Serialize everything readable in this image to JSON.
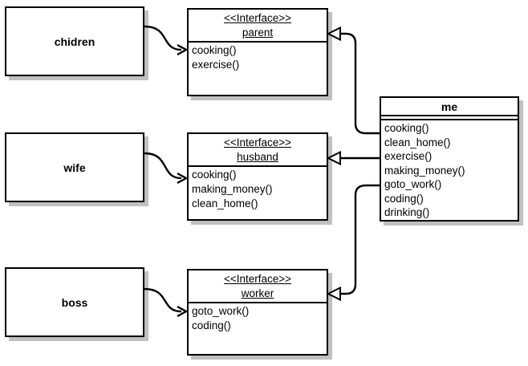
{
  "diagram": {
    "type": "uml-class-diagram",
    "colors": {
      "line": "#000000",
      "fill": "#ffffff",
      "shadow": "#c0c0c0"
    },
    "actors": [
      {
        "id": "chidren",
        "label": "chidren"
      },
      {
        "id": "wife",
        "label": "wife"
      },
      {
        "id": "boss",
        "label": "boss"
      }
    ],
    "interfaces": [
      {
        "id": "parent",
        "stereotype": "<<Interface>>",
        "name": "parent",
        "methods": [
          "cooking()",
          "exercise()"
        ]
      },
      {
        "id": "husband",
        "stereotype": "<<Interface>>",
        "name": "husband",
        "methods": [
          "cooking()",
          "making_money()",
          "clean_home()"
        ]
      },
      {
        "id": "worker",
        "stereotype": "<<Interface>>",
        "name": "worker",
        "methods": [
          "goto_work()",
          "coding()"
        ]
      }
    ],
    "classes": [
      {
        "id": "me",
        "name": "me",
        "methods": [
          "cooking()",
          "clean_home()",
          "exercise()",
          "making_money()",
          "goto_work()",
          "coding()",
          "drinking()"
        ]
      }
    ],
    "relations": [
      {
        "from": "chidren",
        "to": "parent",
        "arrow": "open-vee"
      },
      {
        "from": "wife",
        "to": "husband",
        "arrow": "open-vee"
      },
      {
        "from": "boss",
        "to": "worker",
        "arrow": "open-vee"
      },
      {
        "from": "me",
        "to": "parent",
        "arrow": "hollow-triangle"
      },
      {
        "from": "me",
        "to": "husband",
        "arrow": "hollow-triangle"
      },
      {
        "from": "me",
        "to": "worker",
        "arrow": "hollow-triangle"
      }
    ]
  }
}
